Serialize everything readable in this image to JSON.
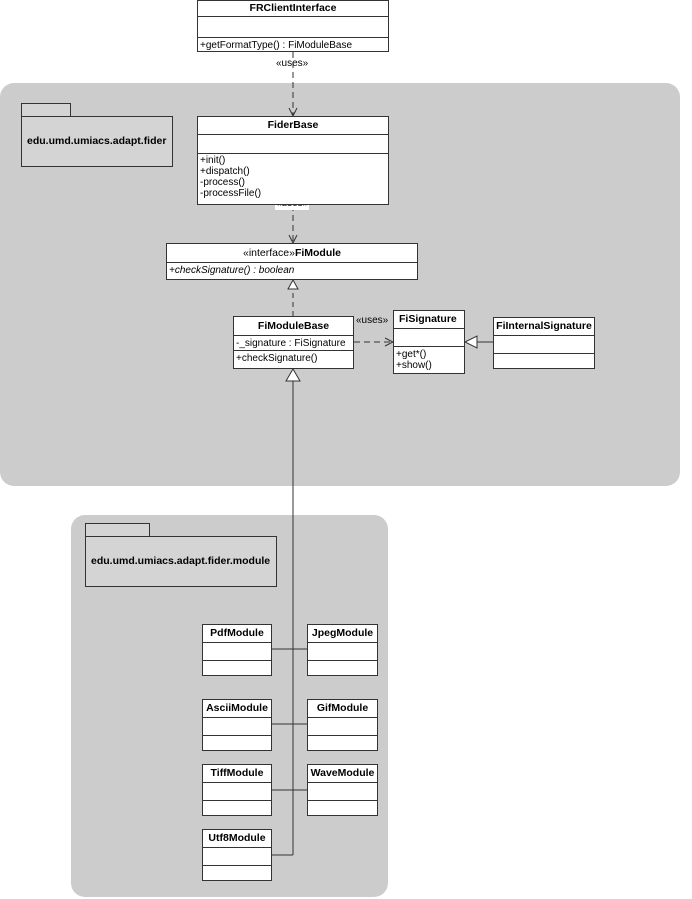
{
  "packages": {
    "fider": {
      "name": "edu.umd.umiacs.adapt.fider"
    },
    "module": {
      "name": "edu.umd.umiacs.adapt.fider.module"
    }
  },
  "classes": {
    "frclient": {
      "name": "FRClientInterface",
      "methods": [
        "+getFormatType() : FiModuleBase"
      ]
    },
    "fiderbase": {
      "name": "FiderBase",
      "methods": [
        "+init()",
        "+dispatch()",
        "-process()",
        "-processFile()"
      ]
    },
    "fimodule": {
      "stereotype": "«interface»",
      "name": "FiModule",
      "methods": [
        "+checkSignature() : boolean"
      ]
    },
    "fimodulebase": {
      "name": "FiModuleBase",
      "attributes": [
        "-_signature : FiSignature"
      ],
      "methods": [
        "+checkSignature()"
      ]
    },
    "fisignature": {
      "name": "FiSignature",
      "methods": [
        "+get*()",
        "+show()"
      ]
    },
    "fiinternal": {
      "name": "FiInternalSignature"
    },
    "pdf": {
      "name": "PdfModule"
    },
    "jpeg": {
      "name": "JpegModule"
    },
    "ascii": {
      "name": "AsciiModule"
    },
    "gif": {
      "name": "GifModule"
    },
    "tiff": {
      "name": "TiffModule"
    },
    "wave": {
      "name": "WaveModule"
    },
    "utf8": {
      "name": "Utf8Module"
    }
  },
  "relations": {
    "uses_label": "«uses»"
  },
  "colors": {
    "package_bg": "#cccccc",
    "line": "#333333"
  }
}
